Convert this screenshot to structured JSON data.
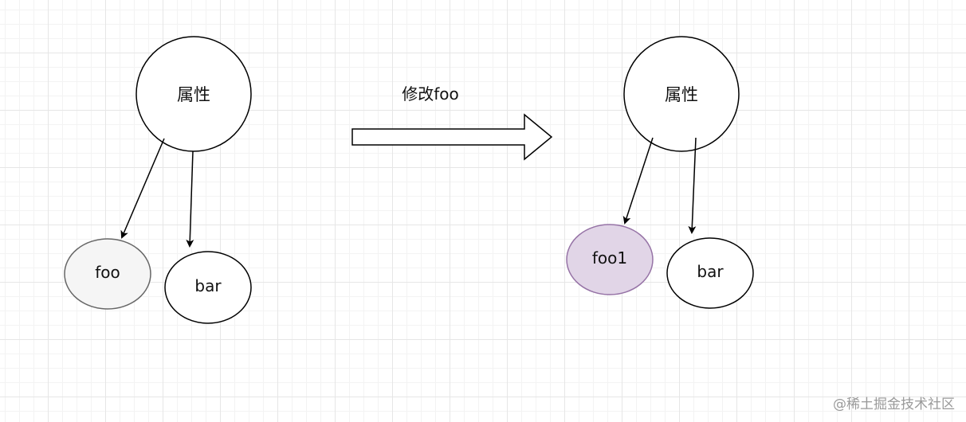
{
  "diagram": {
    "before": {
      "root": "属性",
      "child_left": "foo",
      "child_right": "bar"
    },
    "action": "修改foo",
    "after": {
      "root": "属性",
      "child_left": "foo1",
      "child_right": "bar"
    }
  },
  "colors": {
    "stroke": "#000000",
    "foo_fill": "#f5f5f5",
    "foo_stroke": "#666666",
    "foo1_fill": "#e1d5e7",
    "foo1_stroke": "#9673a6"
  },
  "watermark": "@稀土掘金技术社区"
}
